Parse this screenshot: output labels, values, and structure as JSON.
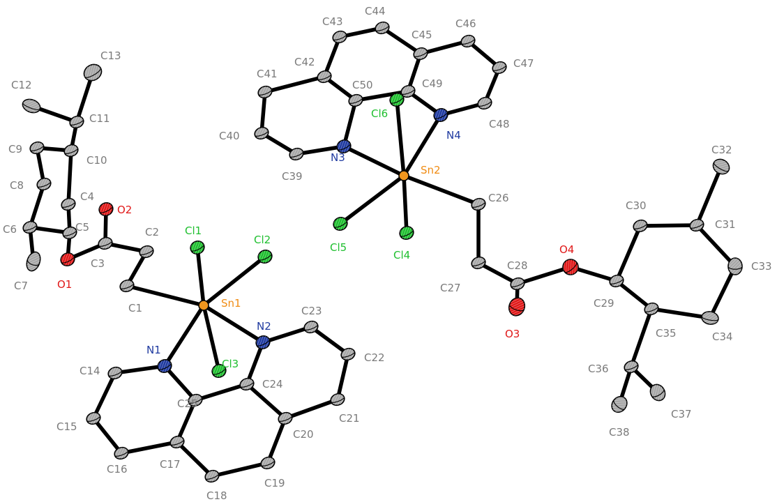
{
  "colors": {
    "carbon": "#a7a7a7",
    "carbon_label": "#7a7a7a",
    "oxygen": "#e01818",
    "nitrogen": "#1f3aa0",
    "chlorine": "#1fbf2f",
    "tin": "#f0961e",
    "tin_label": "#f08c14",
    "bond": "#000000"
  },
  "atoms": [
    {
      "id": "C1",
      "el": "C"
    },
    {
      "id": "C2",
      "el": "C"
    },
    {
      "id": "C3",
      "el": "C"
    },
    {
      "id": "C4",
      "el": "C"
    },
    {
      "id": "C5",
      "el": "C"
    },
    {
      "id": "C6",
      "el": "C"
    },
    {
      "id": "C7",
      "el": "C"
    },
    {
      "id": "C8",
      "el": "C"
    },
    {
      "id": "C9",
      "el": "C"
    },
    {
      "id": "C10",
      "el": "C"
    },
    {
      "id": "C11",
      "el": "C"
    },
    {
      "id": "C12",
      "el": "C"
    },
    {
      "id": "C13",
      "el": "C"
    },
    {
      "id": "C14",
      "el": "C"
    },
    {
      "id": "C15",
      "el": "C"
    },
    {
      "id": "C16",
      "el": "C"
    },
    {
      "id": "C17",
      "el": "C"
    },
    {
      "id": "C18",
      "el": "C"
    },
    {
      "id": "C19",
      "el": "C"
    },
    {
      "id": "C20",
      "el": "C"
    },
    {
      "id": "C21",
      "el": "C"
    },
    {
      "id": "C22",
      "el": "C"
    },
    {
      "id": "C23",
      "el": "C"
    },
    {
      "id": "C24",
      "el": "C"
    },
    {
      "id": "C25",
      "el": "C"
    },
    {
      "id": "C26",
      "el": "C"
    },
    {
      "id": "C27",
      "el": "C"
    },
    {
      "id": "C28",
      "el": "C"
    },
    {
      "id": "C29",
      "el": "C"
    },
    {
      "id": "C30",
      "el": "C"
    },
    {
      "id": "C31",
      "el": "C"
    },
    {
      "id": "C32",
      "el": "C"
    },
    {
      "id": "C33",
      "el": "C"
    },
    {
      "id": "C34",
      "el": "C"
    },
    {
      "id": "C35",
      "el": "C"
    },
    {
      "id": "C36",
      "el": "C"
    },
    {
      "id": "C37",
      "el": "C"
    },
    {
      "id": "C38",
      "el": "C"
    },
    {
      "id": "C39",
      "el": "C"
    },
    {
      "id": "C40",
      "el": "C"
    },
    {
      "id": "C41",
      "el": "C"
    },
    {
      "id": "C42",
      "el": "C"
    },
    {
      "id": "C43",
      "el": "C"
    },
    {
      "id": "C44",
      "el": "C"
    },
    {
      "id": "C45",
      "el": "C"
    },
    {
      "id": "C46",
      "el": "C"
    },
    {
      "id": "C47",
      "el": "C"
    },
    {
      "id": "C48",
      "el": "C"
    },
    {
      "id": "C49",
      "el": "C"
    },
    {
      "id": "C50",
      "el": "C"
    },
    {
      "id": "O1",
      "el": "O"
    },
    {
      "id": "O2",
      "el": "O"
    },
    {
      "id": "O3",
      "el": "O"
    },
    {
      "id": "O4",
      "el": "O"
    },
    {
      "id": "N1",
      "el": "N"
    },
    {
      "id": "N2",
      "el": "N"
    },
    {
      "id": "N3",
      "el": "N"
    },
    {
      "id": "N4",
      "el": "N"
    },
    {
      "id": "Cl1",
      "el": "Cl"
    },
    {
      "id": "Cl2",
      "el": "Cl"
    },
    {
      "id": "Cl3",
      "el": "Cl"
    },
    {
      "id": "Cl4",
      "el": "Cl"
    },
    {
      "id": "Cl5",
      "el": "Cl"
    },
    {
      "id": "Cl6",
      "el": "Cl"
    },
    {
      "id": "Sn1",
      "el": "Sn"
    },
    {
      "id": "Sn2",
      "el": "Sn"
    }
  ],
  "bonds": [
    [
      "Sn1",
      "Cl1"
    ],
    [
      "Sn1",
      "Cl2"
    ],
    [
      "Sn1",
      "Cl3"
    ],
    [
      "Sn1",
      "N1"
    ],
    [
      "Sn1",
      "N2"
    ],
    [
      "Sn1",
      "C1"
    ],
    [
      "C1",
      "C2"
    ],
    [
      "C2",
      "C3"
    ],
    [
      "C3",
      "O1"
    ],
    [
      "C3",
      "O2"
    ],
    [
      "O1",
      "C5"
    ],
    [
      "C5",
      "C4"
    ],
    [
      "C5",
      "C6"
    ],
    [
      "C6",
      "C7"
    ],
    [
      "C6",
      "C8"
    ],
    [
      "C8",
      "C9"
    ],
    [
      "C9",
      "C10"
    ],
    [
      "C10",
      "C4"
    ],
    [
      "C10",
      "C11"
    ],
    [
      "C11",
      "C12"
    ],
    [
      "C11",
      "C13"
    ],
    [
      "N1",
      "C14"
    ],
    [
      "C14",
      "C15"
    ],
    [
      "C15",
      "C16"
    ],
    [
      "C16",
      "C17"
    ],
    [
      "C17",
      "C25"
    ],
    [
      "C25",
      "N1"
    ],
    [
      "C17",
      "C18"
    ],
    [
      "C18",
      "C19"
    ],
    [
      "C19",
      "C20"
    ],
    [
      "C20",
      "C24"
    ],
    [
      "C24",
      "C25"
    ],
    [
      "C20",
      "C21"
    ],
    [
      "C21",
      "C22"
    ],
    [
      "C22",
      "C23"
    ],
    [
      "C23",
      "N2"
    ],
    [
      "N2",
      "C24"
    ],
    [
      "Sn2",
      "Cl4"
    ],
    [
      "Sn2",
      "Cl5"
    ],
    [
      "Sn2",
      "Cl6"
    ],
    [
      "Sn2",
      "N3"
    ],
    [
      "Sn2",
      "N4"
    ],
    [
      "Sn2",
      "C26"
    ],
    [
      "C26",
      "C27"
    ],
    [
      "C27",
      "C28"
    ],
    [
      "C28",
      "O3"
    ],
    [
      "C28",
      "O4"
    ],
    [
      "O4",
      "C29"
    ],
    [
      "C29",
      "C30"
    ],
    [
      "C30",
      "C31"
    ],
    [
      "C31",
      "C32"
    ],
    [
      "C31",
      "C33"
    ],
    [
      "C33",
      "C34"
    ],
    [
      "C34",
      "C35"
    ],
    [
      "C35",
      "C29"
    ],
    [
      "C35",
      "C36"
    ],
    [
      "C36",
      "C37"
    ],
    [
      "C36",
      "C38"
    ],
    [
      "N3",
      "C39"
    ],
    [
      "C39",
      "C40"
    ],
    [
      "C40",
      "C41"
    ],
    [
      "C41",
      "C42"
    ],
    [
      "C42",
      "C50"
    ],
    [
      "C50",
      "N3"
    ],
    [
      "C42",
      "C43"
    ],
    [
      "C43",
      "C44"
    ],
    [
      "C44",
      "C45"
    ],
    [
      "C45",
      "C49"
    ],
    [
      "C49",
      "C50"
    ],
    [
      "C45",
      "C46"
    ],
    [
      "C46",
      "C47"
    ],
    [
      "C47",
      "C48"
    ],
    [
      "C48",
      "N4"
    ],
    [
      "N4",
      "C49"
    ]
  ]
}
